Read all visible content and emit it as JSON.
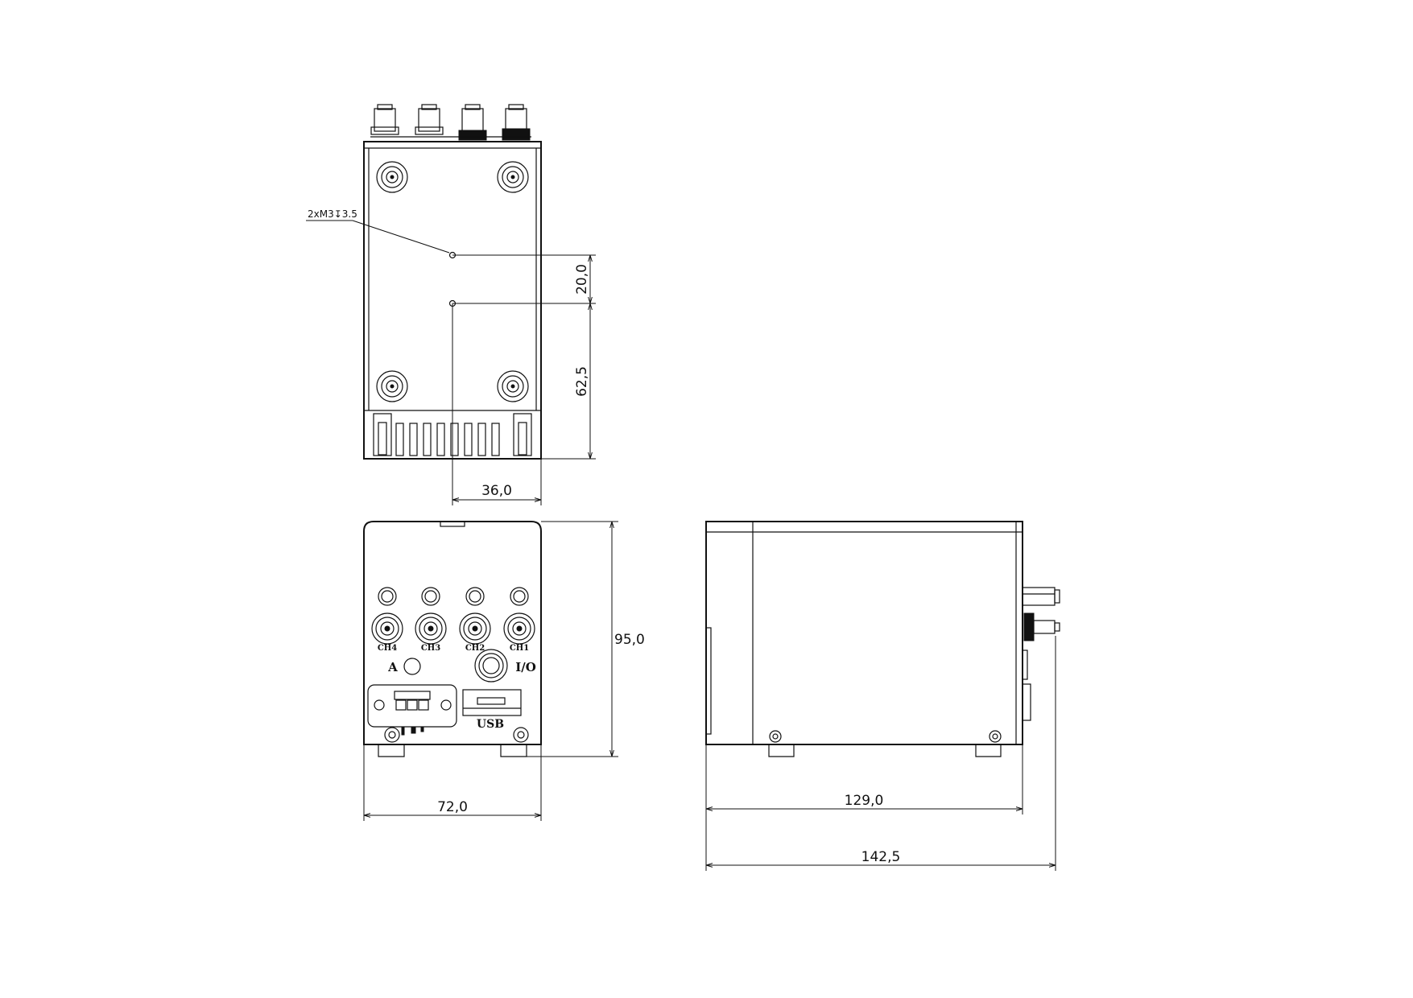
{
  "colors": {
    "line": "#111111",
    "background": "#ffffff"
  },
  "annotations": {
    "hole_callout": "2xM3↧3.5"
  },
  "dimensions": {
    "top_spacing": "20,0",
    "top_offset": "62,5",
    "top_width_offset": "36,0",
    "front_height": "95,0",
    "front_width": "72,0",
    "side_body_length": "129,0",
    "side_total_length": "142,5"
  },
  "front_labels": {
    "channels": [
      "CH4",
      "CH3",
      "CH2",
      "CH1"
    ],
    "a": "A",
    "io": "I/O",
    "usb": "USB"
  }
}
